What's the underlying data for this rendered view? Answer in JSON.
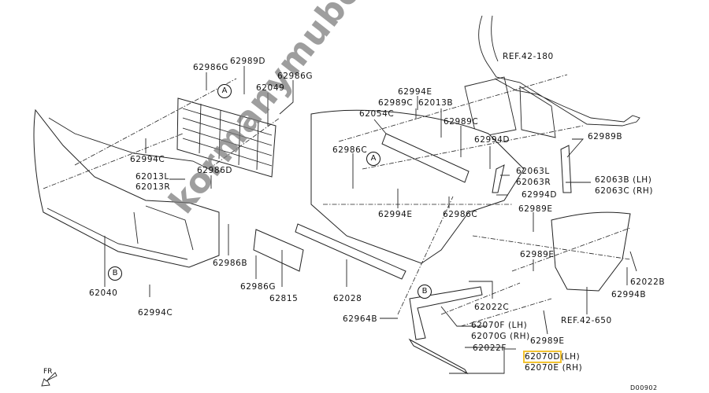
{
  "diagram": {
    "title": "Front bumper exploded parts diagram",
    "watermark": "kormanymubolt.hu",
    "drawing_code": "D00902",
    "direction_label": "FR",
    "highlight_color": "#f2c230",
    "ref_labels": [
      "REF.42-180",
      "REF.42-650"
    ],
    "callouts": [
      "A",
      "B"
    ],
    "parts": [
      {
        "id": "62986G_a",
        "label": "62986G"
      },
      {
        "id": "62989D",
        "label": "62989D"
      },
      {
        "id": "62049",
        "label": "62049"
      },
      {
        "id": "62986G_b",
        "label": "62986G"
      },
      {
        "id": "62994C_a",
        "label": "62994C"
      },
      {
        "id": "62013L",
        "label": "62013L"
      },
      {
        "id": "62013R",
        "label": "62013R"
      },
      {
        "id": "62986D",
        "label": "62986D"
      },
      {
        "id": "62040",
        "label": "62040"
      },
      {
        "id": "62994C_b",
        "label": "62994C"
      },
      {
        "id": "62986B",
        "label": "62986B"
      },
      {
        "id": "62986G_c",
        "label": "62986G"
      },
      {
        "id": "62815",
        "label": "62815"
      },
      {
        "id": "62028",
        "label": "62028"
      },
      {
        "id": "62964B",
        "label": "62964B"
      },
      {
        "id": "62994E_a",
        "label": "62994E"
      },
      {
        "id": "62989C_a",
        "label": "62989C"
      },
      {
        "id": "62013B",
        "label": "62013B"
      },
      {
        "id": "62054C",
        "label": "62054C"
      },
      {
        "id": "62989C_b",
        "label": "62989C"
      },
      {
        "id": "62986C_a",
        "label": "62986C"
      },
      {
        "id": "62994D_a",
        "label": "62994D"
      },
      {
        "id": "62994E_b",
        "label": "62994E"
      },
      {
        "id": "62986C_b",
        "label": "62986C"
      },
      {
        "id": "62989B",
        "label": "62989B"
      },
      {
        "id": "62063L",
        "label": "62063L"
      },
      {
        "id": "62063R",
        "label": "62063R"
      },
      {
        "id": "62994D_b",
        "label": "62994D"
      },
      {
        "id": "62063B",
        "label": "62063B (LH)"
      },
      {
        "id": "62063C",
        "label": "62063C (RH)"
      },
      {
        "id": "62989E_a",
        "label": "62989E"
      },
      {
        "id": "62989E_b",
        "label": "62989E"
      },
      {
        "id": "62022B",
        "label": "62022B"
      },
      {
        "id": "62994B",
        "label": "62994B"
      },
      {
        "id": "62022C",
        "label": "62022C"
      },
      {
        "id": "62070F",
        "label": "62070F (LH)"
      },
      {
        "id": "62070G",
        "label": "62070G (RH)"
      },
      {
        "id": "62989E_c",
        "label": "62989E"
      },
      {
        "id": "62022F",
        "label": "62022F"
      },
      {
        "id": "62070D",
        "label": "62070D",
        "suffix": "(LH)",
        "highlighted": true
      },
      {
        "id": "62070E",
        "label": "62070E (RH)"
      }
    ]
  }
}
